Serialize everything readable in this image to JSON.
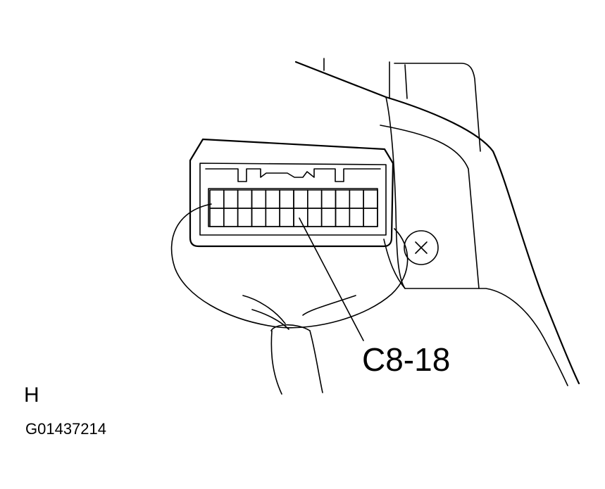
{
  "callout": {
    "label": "C8-18"
  },
  "view": {
    "letter": "H"
  },
  "figure": {
    "id": "G01437214"
  },
  "connector": {
    "rows": 2,
    "columns": 12,
    "highlighted_pin": "C8-18"
  },
  "colors": {
    "ink": "#000000",
    "background": "#ffffff"
  }
}
